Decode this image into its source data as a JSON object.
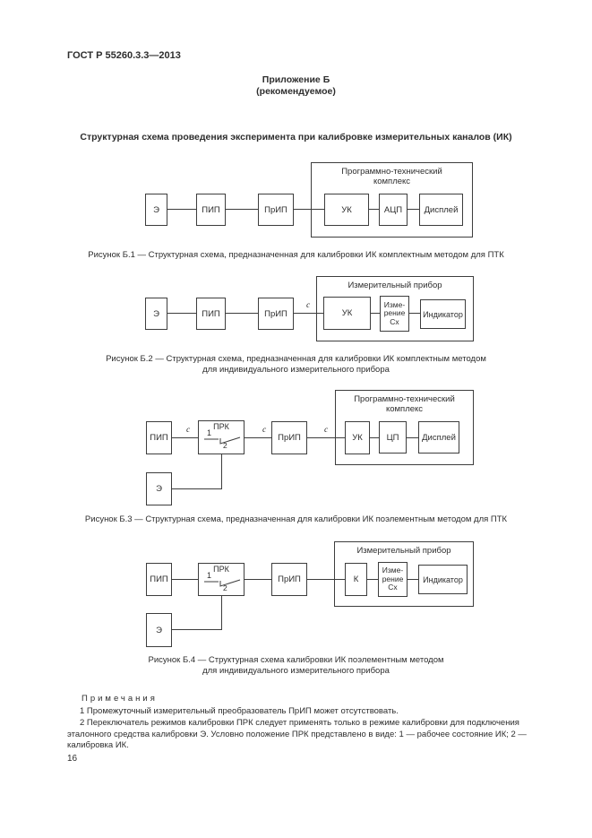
{
  "page": {
    "header": "ГОСТ Р 55260.3.3—2013",
    "page_number": "16"
  },
  "annex": {
    "title": "Приложение Б",
    "subtitle": "(рекомендуемое)"
  },
  "section_title": "Структурная схема проведения эксперимента при калибровке измерительных каналов (ИК)",
  "figures": {
    "b1": {
      "container_title": "Программно-технический комплекс",
      "blocks": {
        "etalon": "Э",
        "pip": "ПИП",
        "prip": "ПрИП",
        "uk": "УК",
        "acp": "АЦП",
        "display": "Дисплей"
      },
      "caption": "Рисунок Б.1 — Структурная схема, предназначенная для калибровки ИК комплектным методом для ПТК"
    },
    "b2": {
      "container_title": "Измерительный прибор",
      "blocks": {
        "etalon": "Э",
        "pip": "ПИП",
        "prip": "ПрИП",
        "uk": "УК",
        "izm_lines": [
          "Изме-",
          "рение",
          "Сх"
        ],
        "indicator": "Индикатор"
      },
      "connector_label": "c",
      "caption_line1": "Рисунок Б.2 — Структурная схема, предназначенная для калибровки ИК комплектным методом",
      "caption_line2": "для индивидуального измерительного прибора"
    },
    "b3": {
      "container_title": "Программно-технический комплекс",
      "blocks": {
        "pip": "ПИП",
        "prk": "ПРК",
        "prk_pos1": "1",
        "prk_pos2": "2",
        "prip": "ПрИП",
        "uk": "УК",
        "cp": "ЦП",
        "display": "Дисплей",
        "etalon": "Э"
      },
      "connector_labels": [
        "c",
        "c",
        "c"
      ],
      "caption": "Рисунок Б.3 — Структурная схема, предназначенная для калибровки ИК поэлементным методом для ПТК"
    },
    "b4": {
      "container_title": "Измерительный прибор",
      "blocks": {
        "pip": "ПИП",
        "prk": "ПРК",
        "prk_pos1": "1",
        "prk_pos2": "2",
        "prip": "ПрИП",
        "k": "К",
        "izm_lines": [
          "Изме-",
          "рение",
          "Сх"
        ],
        "indicator": "Индикатор",
        "etalon": "Э"
      },
      "caption_line1": "Рисунок Б.4 — Структурная схема калибровки ИК поэлементным методом",
      "caption_line2": "для индивидуального измерительного прибора"
    }
  },
  "notes": {
    "title": "Примечания",
    "items": [
      "1  Промежуточный измерительный преобразователь ПрИП может отсутствовать.",
      "2  Переключатель режимов калибровки ПРК следует применять только в режиме калибровки для подключения эталонного средства калибровки Э. Условно положение ПРК представлено в виде: 1 — рабочее состояние ИК; 2 — калибровка ИК."
    ]
  }
}
